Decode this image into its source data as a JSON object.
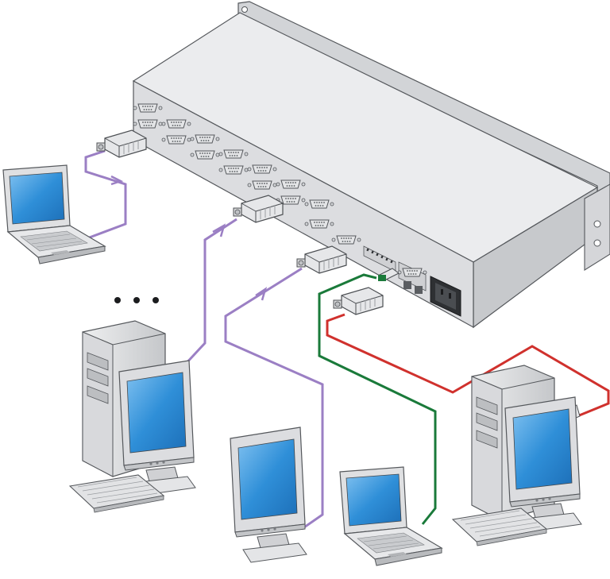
{
  "diagram": {
    "colors": {
      "background": "#ffffff",
      "chassis_top": "#e9eaec",
      "chassis_side": "#c9cbce",
      "chassis_back": "#dcdde0",
      "chassis_edge": "#6b6e73",
      "cable_purple": "#9b7fc4",
      "cable_green": "#1a7a3a",
      "cable_red": "#d0312d",
      "screen_blue": "#2f8fd8",
      "device_gray": "#d7d8da",
      "device_dark": "#8c8f93"
    },
    "nodes": [
      {
        "id": "router-chassis",
        "kind": "rack-unit-back-panel"
      },
      {
        "id": "laptop-top-left",
        "kind": "laptop"
      },
      {
        "id": "desktop-left",
        "kind": "tower-pc-with-monitor"
      },
      {
        "id": "monitor-center",
        "kind": "monitor"
      },
      {
        "id": "laptop-center",
        "kind": "laptop"
      },
      {
        "id": "desktop-right",
        "kind": "tower-pc-with-monitor"
      }
    ],
    "connections": [
      {
        "from": "router-chassis",
        "to": "laptop-top-left",
        "color": "purple",
        "bidirectional": true
      },
      {
        "from": "router-chassis",
        "to": "desktop-left",
        "color": "purple",
        "bidirectional": true
      },
      {
        "from": "router-chassis",
        "to": "monitor-center",
        "color": "purple",
        "bidirectional": true
      },
      {
        "from": "router-chassis",
        "to": "laptop-center",
        "color": "green",
        "bidirectional": false
      },
      {
        "from": "router-chassis",
        "to": "desktop-right",
        "color": "red",
        "bidirectional": false
      }
    ],
    "ellipsis_glyph": "• • •"
  }
}
